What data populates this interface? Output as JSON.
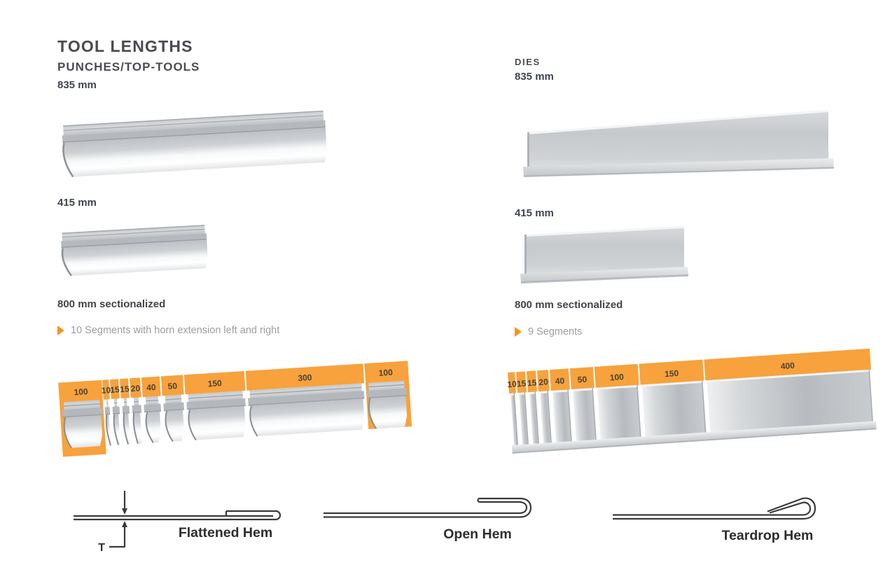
{
  "title": "TOOL LENGTHS",
  "punches": {
    "heading": "PUNCHES/TOP-TOOLS",
    "len1": "835 mm",
    "len2": "415 mm",
    "sectional": "800 mm sectionalized",
    "note": "10 Segments with horn extension left and right",
    "segments": [
      "100",
      "10",
      "15",
      "15",
      "20",
      "40",
      "50",
      "150",
      "300",
      "100"
    ]
  },
  "dies": {
    "heading": "DIES",
    "len1": "835 mm",
    "len2": "415 mm",
    "sectional": "800 mm sectionalized",
    "note": "9 Segments",
    "segments": [
      "10",
      "15",
      "15",
      "20",
      "40",
      "50",
      "100",
      "150",
      "400"
    ]
  },
  "hems": {
    "flattened": "Flattened Hem",
    "open": "Open Hem",
    "teardrop": "Teardrop Hem",
    "thickness_label": "T"
  },
  "colors": {
    "accent_orange": "#F7A23C",
    "bullet_orange": "#F7941D",
    "heading_dark": "#4A4A50",
    "note_gray": "#9D9D9D"
  }
}
